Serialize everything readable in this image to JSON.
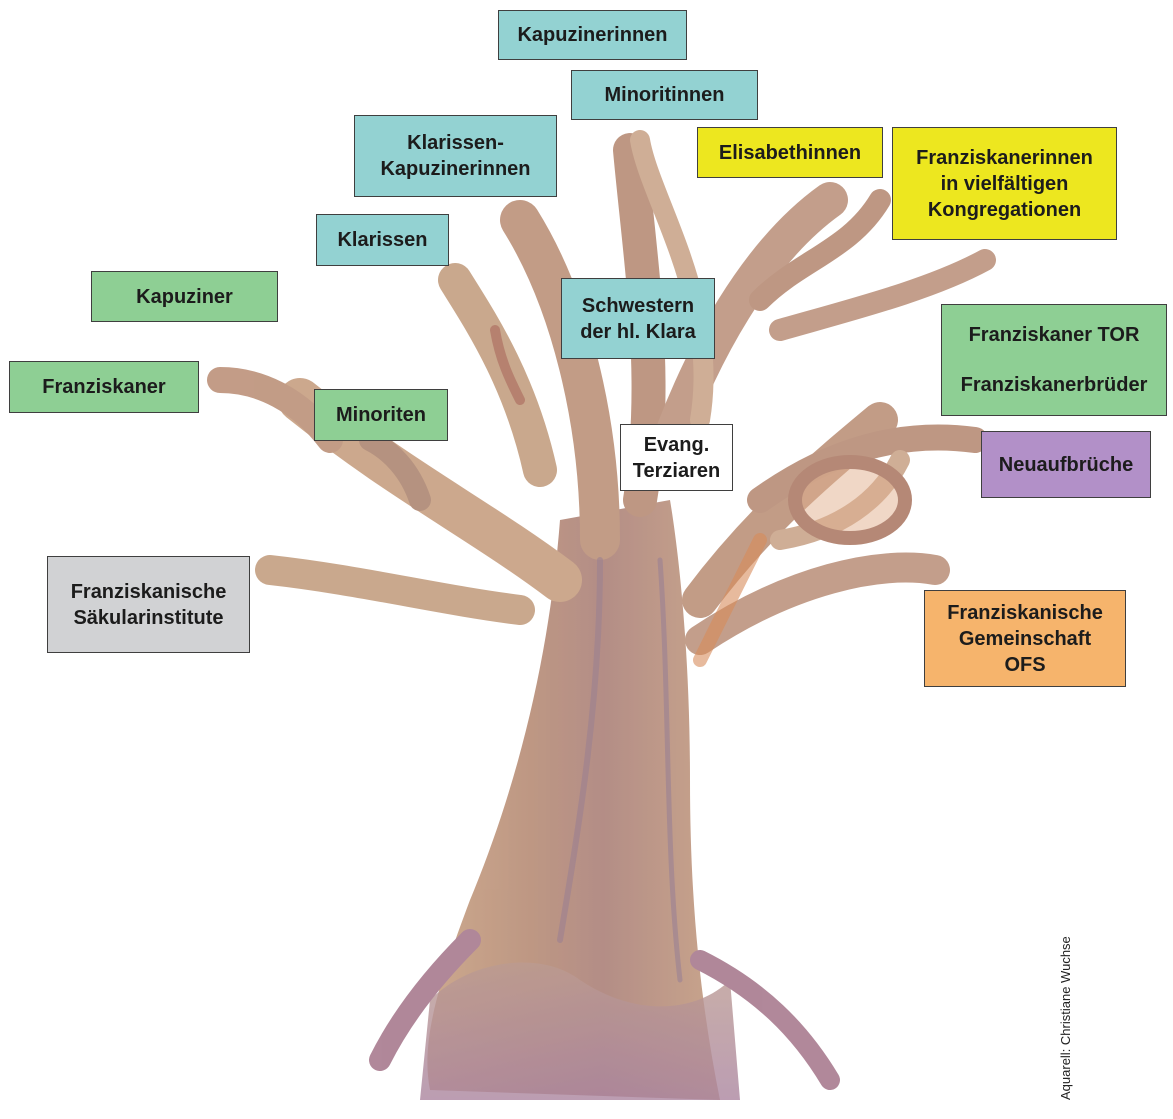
{
  "boxes": {
    "kapuzinerinnen": "Kapuzinerinnen",
    "minoritinnen": "Minoritinnen",
    "klarissen_kapuzinerinnen": [
      "Klarissen-",
      "Kapuzinerinnen"
    ],
    "elisabethinnen": "Elisabethinnen",
    "franziskanerinnen": [
      "Franziskanerinnen",
      "in vielfältigen",
      "Kongregationen"
    ],
    "klarissen": "Klarissen",
    "kapuziner": "Kapuziner",
    "schwestern": [
      "Schwestern",
      "der hl. Klara"
    ],
    "franziskaner_tor": "Franziskaner TOR",
    "franziskanerbrueder": "Franziskanerbrüder",
    "franziskaner": "Franziskaner",
    "minoriten": "Minoriten",
    "evang_terziaren": [
      "Evang.",
      "Terziaren"
    ],
    "neuaufbrueche": "Neuaufbrüche",
    "saekularinstitute": [
      "Franziskanische",
      "Säkularinstitute"
    ],
    "gemeinschaft_ofs": [
      "Franziskanische",
      "Gemeinschaft",
      "OFS"
    ]
  },
  "credit": "Aquarell: Christiane Wuchse",
  "colors": {
    "teal": "#93d2d2",
    "green": "#8ecf94",
    "yellow": "#ede71f",
    "purple": "#b290c8",
    "orange": "#f6b46c",
    "grey": "#d1d2d4",
    "white": "#ffffff",
    "bark": "#b98e77"
  }
}
